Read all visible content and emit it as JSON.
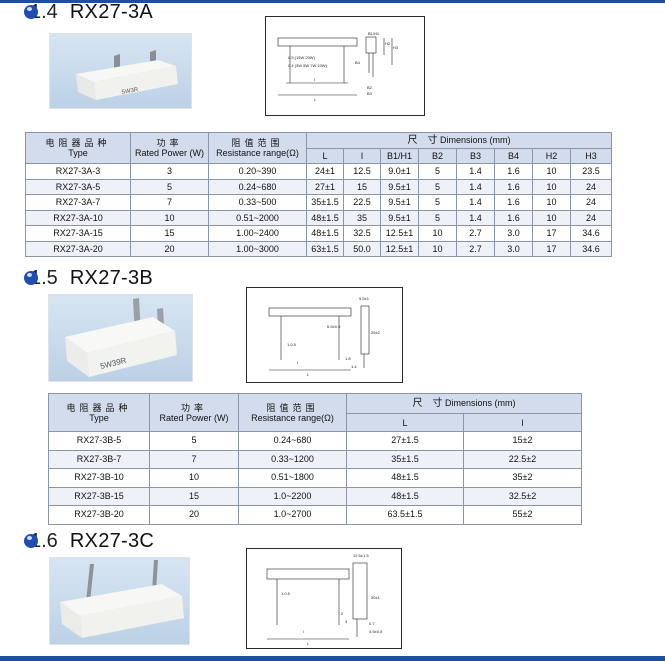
{
  "sections": [
    {
      "num": "1.4",
      "model": "RX27-3A",
      "photo_marking": "5W3R",
      "drawing": {
        "labels": [
          "H2",
          "H3",
          "B4",
          "0.5 (15W 20W)",
          "0.4 (3W 5W 7W 10W)",
          "L",
          "l",
          "B1/H1",
          "B2",
          "B3"
        ]
      },
      "table": {
        "head1": {
          "type_zh": "电阻器品种",
          "type_en": "Type",
          "power_zh": "功率",
          "power_en": "Rated Power (W)",
          "range_zh": "阻值范围",
          "range_en": "Resistance range(Ω)",
          "dims_zh": "尺　寸",
          "dims_en": "Dimensions (mm)"
        },
        "dim_cols": [
          "L",
          "l",
          "B1/H1",
          "B2",
          "B3",
          "B4",
          "H2",
          "H3"
        ],
        "rows": [
          [
            "RX27-3A-3",
            "3",
            "0.20~390",
            "24±1",
            "12.5",
            "9.0±1",
            "5",
            "1.4",
            "1.6",
            "10",
            "23.5"
          ],
          [
            "RX27-3A-5",
            "5",
            "0.24~680",
            "27±1",
            "15",
            "9.5±1",
            "5",
            "1.4",
            "1.6",
            "10",
            "24"
          ],
          [
            "RX27-3A-7",
            "7",
            "0.33~500",
            "35±1.5",
            "22.5",
            "9.5±1",
            "5",
            "1.4",
            "1.6",
            "10",
            "24"
          ],
          [
            "RX27-3A-10",
            "10",
            "0.51~2000",
            "48±1.5",
            "35",
            "9.5±1",
            "5",
            "1.4",
            "1.6",
            "10",
            "24"
          ],
          [
            "RX27-3A-15",
            "15",
            "1.00~2400",
            "48±1.5",
            "32.5",
            "12.5±1",
            "10",
            "2.7",
            "3.0",
            "17",
            "34.6"
          ],
          [
            "RX27-3A-20",
            "20",
            "1.00~3000",
            "63±1.5",
            "50.0",
            "12.5±1",
            "10",
            "2.7",
            "3.0",
            "17",
            "34.6"
          ]
        ]
      }
    },
    {
      "num": "1.5",
      "model": "RX27-3B",
      "photo_marking": "5W39R",
      "drawing": {
        "labels": [
          "9.5±1",
          "25±2",
          "6.5±0.5",
          "1.0.5",
          "L",
          "l",
          "1.8",
          "1.4"
        ]
      },
      "table": {
        "head1": {
          "type_zh": "电阻器品种",
          "type_en": "Type",
          "power_zh": "功率",
          "power_en": "Rated Power (W)",
          "range_zh": "阻值范围",
          "range_en": "Resistance range(Ω)",
          "dims_zh": "尺　寸",
          "dims_en": "Dimensions (mm)"
        },
        "dim_cols": [
          "L",
          "l"
        ],
        "rows": [
          [
            "RX27-3B-5",
            "5",
            "0.24~680",
            "27±1.5",
            "15±2"
          ],
          [
            "RX27-3B-7",
            "7",
            "0.33~1200",
            "35±1.5",
            "22.5±2"
          ],
          [
            "RX27-3B-10",
            "10",
            "0.51~1800",
            "48±1.5",
            "35±2"
          ],
          [
            "RX27-3B-15",
            "15",
            "1.0~2200",
            "48±1.5",
            "32.5±2"
          ],
          [
            "RX27-3B-20",
            "20",
            "1.0~2700",
            "63.5±1.5",
            "55±2"
          ]
        ]
      }
    },
    {
      "num": "1.6",
      "model": "RX27-3C",
      "drawing": {
        "labels": [
          "12.5±1.5",
          "30±1",
          "1.0.5",
          "L",
          "l",
          "2",
          "3",
          "4.5±0.5",
          "0.7"
        ]
      }
    }
  ],
  "colors": {
    "accent": "#1c4fa0",
    "header_bg": "#d2dcec",
    "border": "#8a96a8"
  }
}
